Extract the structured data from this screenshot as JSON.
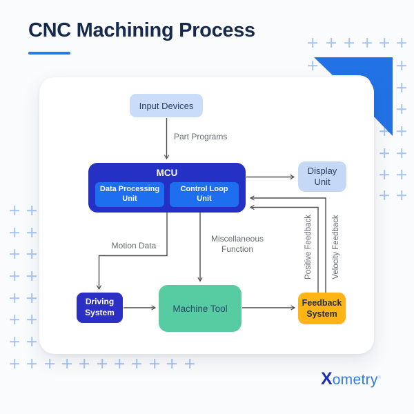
{
  "page": {
    "title": "CNC Machining Process"
  },
  "diagram": {
    "nodes": {
      "input_devices": {
        "label": "Input Devices",
        "bg": "#c9dcf8"
      },
      "mcu": {
        "label": "MCU",
        "bg": "#2531c4"
      },
      "data_processing_unit": {
        "label": "Data Processing Unit",
        "bg": "#1e6ef0"
      },
      "control_loop_unit": {
        "label": "Control Loop Unit",
        "bg": "#1e6ef0"
      },
      "display_unit": {
        "label": "Display Unit",
        "bg": "#c5d9f6"
      },
      "driving_system": {
        "label": "Driving System",
        "bg": "#2b2fc4"
      },
      "machine_tool": {
        "label": "Machine Tool",
        "bg": "#57cba2"
      },
      "feedback_system": {
        "label": "Feedback System",
        "bg": "#fdb414"
      }
    },
    "edges": [
      {
        "from": "input_devices",
        "to": "mcu",
        "label": "Part Programs"
      },
      {
        "from": "mcu",
        "to": "display_unit",
        "label": ""
      },
      {
        "from": "feedback_system",
        "to": "mcu",
        "label": "Positive Feedback"
      },
      {
        "from": "feedback_system",
        "to": "mcu",
        "label": "Velocity Feedback"
      },
      {
        "from": "mcu",
        "to": "driving_system",
        "label": "Motion Data"
      },
      {
        "from": "mcu",
        "to": "machine_tool",
        "label": "Miscellaneous Function"
      },
      {
        "from": "driving_system",
        "to": "machine_tool",
        "label": ""
      },
      {
        "from": "machine_tool",
        "to": "feedback_system",
        "label": ""
      }
    ]
  },
  "branding": {
    "logo_x": "X",
    "logo_rest": "ometry",
    "reg_mark": "®"
  },
  "colors": {
    "accent_blue": "#2272e6",
    "underline_blue": "#2979e8",
    "title_navy": "#16294d",
    "plus_decoration": "#a6c4f1",
    "connector_gray": "#4d4d4d",
    "edge_label_gray": "#666a70",
    "card_bg": "#ffffff",
    "page_bg": "#fafbfc"
  }
}
